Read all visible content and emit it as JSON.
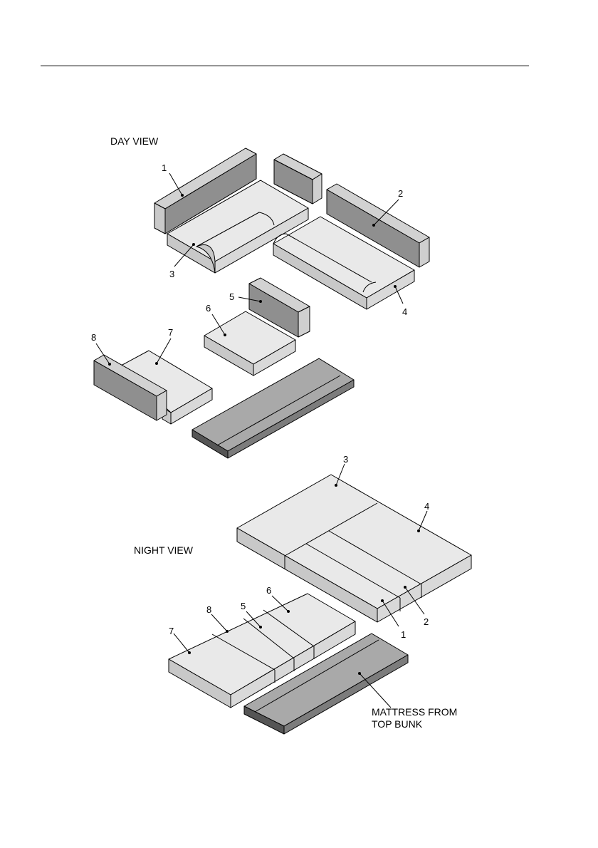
{
  "views": {
    "day_label": "DAY VIEW",
    "night_label": "NIGHT VIEW"
  },
  "day_callouts": [
    "1",
    "2",
    "3",
    "4",
    "5",
    "6",
    "7",
    "8"
  ],
  "night_callouts": [
    "3",
    "4",
    "1",
    "2",
    "6",
    "8",
    "5",
    "7"
  ],
  "mattress_label_line1": "MATTRESS FROM",
  "mattress_label_line2": "TOP BUNK",
  "colors": {
    "top_light": "#e9e9e9",
    "side_light": "#c8c8c8",
    "back_dark": "#8f8f8f",
    "back_side": "#cfcfcf",
    "mattress_top": "#a9a9a9",
    "mattress_side": "#7c7c7c",
    "outline": "#000000"
  }
}
